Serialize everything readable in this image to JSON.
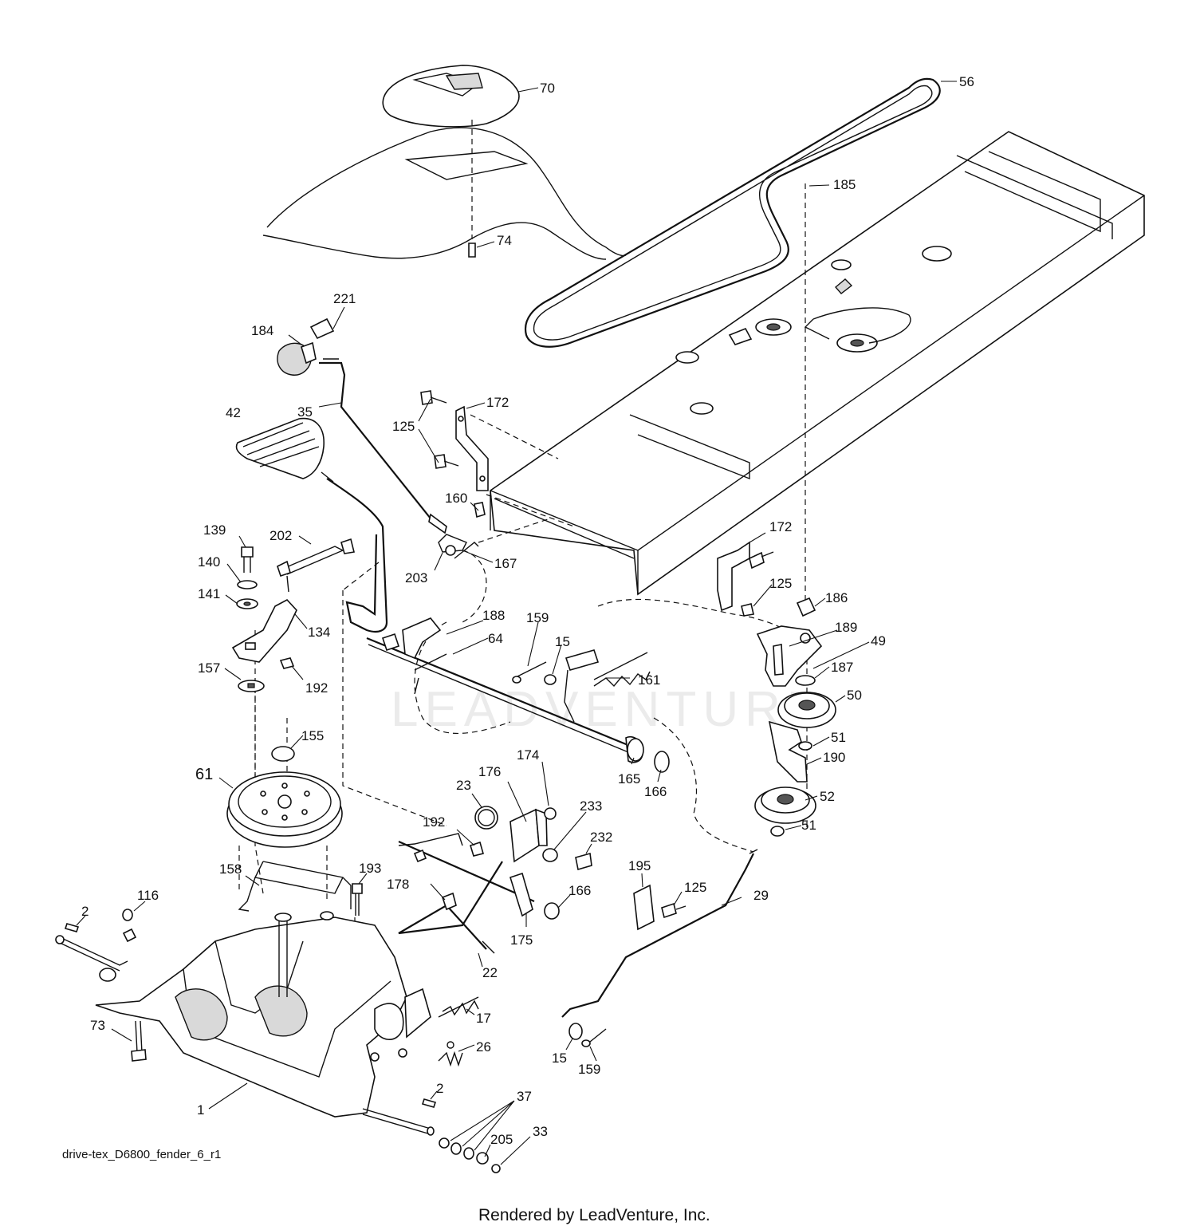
{
  "diagram": {
    "caption": "drive-tex_D6800_fender_6_r1",
    "footer": "Rendered by LeadVenture, Inc.",
    "watermark": "LEADVENTURE",
    "labels": [
      {
        "text": "70"
      },
      {
        "text": "56"
      },
      {
        "text": "185"
      },
      {
        "text": "74"
      },
      {
        "text": "221"
      },
      {
        "text": "184"
      },
      {
        "text": "35"
      },
      {
        "text": "42"
      },
      {
        "text": "172"
      },
      {
        "text": "125"
      },
      {
        "text": "160"
      },
      {
        "text": "167"
      },
      {
        "text": "203"
      },
      {
        "text": "139"
      },
      {
        "text": "202"
      },
      {
        "text": "140"
      },
      {
        "text": "141"
      },
      {
        "text": "134"
      },
      {
        "text": "157"
      },
      {
        "text": "192"
      },
      {
        "text": "188"
      },
      {
        "text": "64"
      },
      {
        "text": "159"
      },
      {
        "text": "15"
      },
      {
        "text": "161"
      },
      {
        "text": "172"
      },
      {
        "text": "125"
      },
      {
        "text": "186"
      },
      {
        "text": "189"
      },
      {
        "text": "49"
      },
      {
        "text": "187"
      },
      {
        "text": "50"
      },
      {
        "text": "51"
      },
      {
        "text": "190"
      },
      {
        "text": "52"
      },
      {
        "text": "51"
      },
      {
        "text": "155"
      },
      {
        "text": "61"
      },
      {
        "text": "165"
      },
      {
        "text": "166"
      },
      {
        "text": "174"
      },
      {
        "text": "176"
      },
      {
        "text": "23"
      },
      {
        "text": "233"
      },
      {
        "text": "192"
      },
      {
        "text": "232"
      },
      {
        "text": "195"
      },
      {
        "text": "125"
      },
      {
        "text": "29"
      },
      {
        "text": "158"
      },
      {
        "text": "193"
      },
      {
        "text": "116"
      },
      {
        "text": "178"
      },
      {
        "text": "166"
      },
      {
        "text": "175"
      },
      {
        "text": "2"
      },
      {
        "text": "22"
      },
      {
        "text": "17"
      },
      {
        "text": "73"
      },
      {
        "text": "26"
      },
      {
        "text": "15"
      },
      {
        "text": "159"
      },
      {
        "text": "2"
      },
      {
        "text": "1"
      },
      {
        "text": "37"
      },
      {
        "text": "205"
      },
      {
        "text": "33"
      }
    ]
  }
}
